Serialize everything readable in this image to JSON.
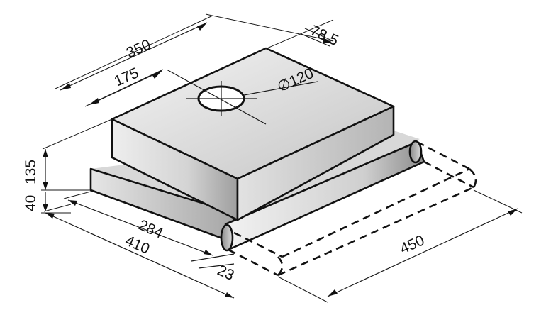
{
  "diagram": {
    "dimensions": {
      "width_top": "350",
      "half_width": "175",
      "duct_offset": "78,5",
      "duct_diameter": "∅120",
      "body_height": "135",
      "base_height": "40",
      "body_width": "284",
      "base_width": "410",
      "front_strip": "23",
      "extended_depth": "450"
    },
    "colors": {
      "line": "#111111",
      "body_top_light": "#f2f2f2",
      "body_top_dark": "#c8c8c8",
      "body_front_light": "#e6e6e6",
      "body_front_dark": "#a8a8a8",
      "base_light": "#dcdcdc",
      "base_dark": "#a0a0a0",
      "slide_light": "#eeeeee",
      "slide_dark": "#9a9a9a"
    }
  }
}
